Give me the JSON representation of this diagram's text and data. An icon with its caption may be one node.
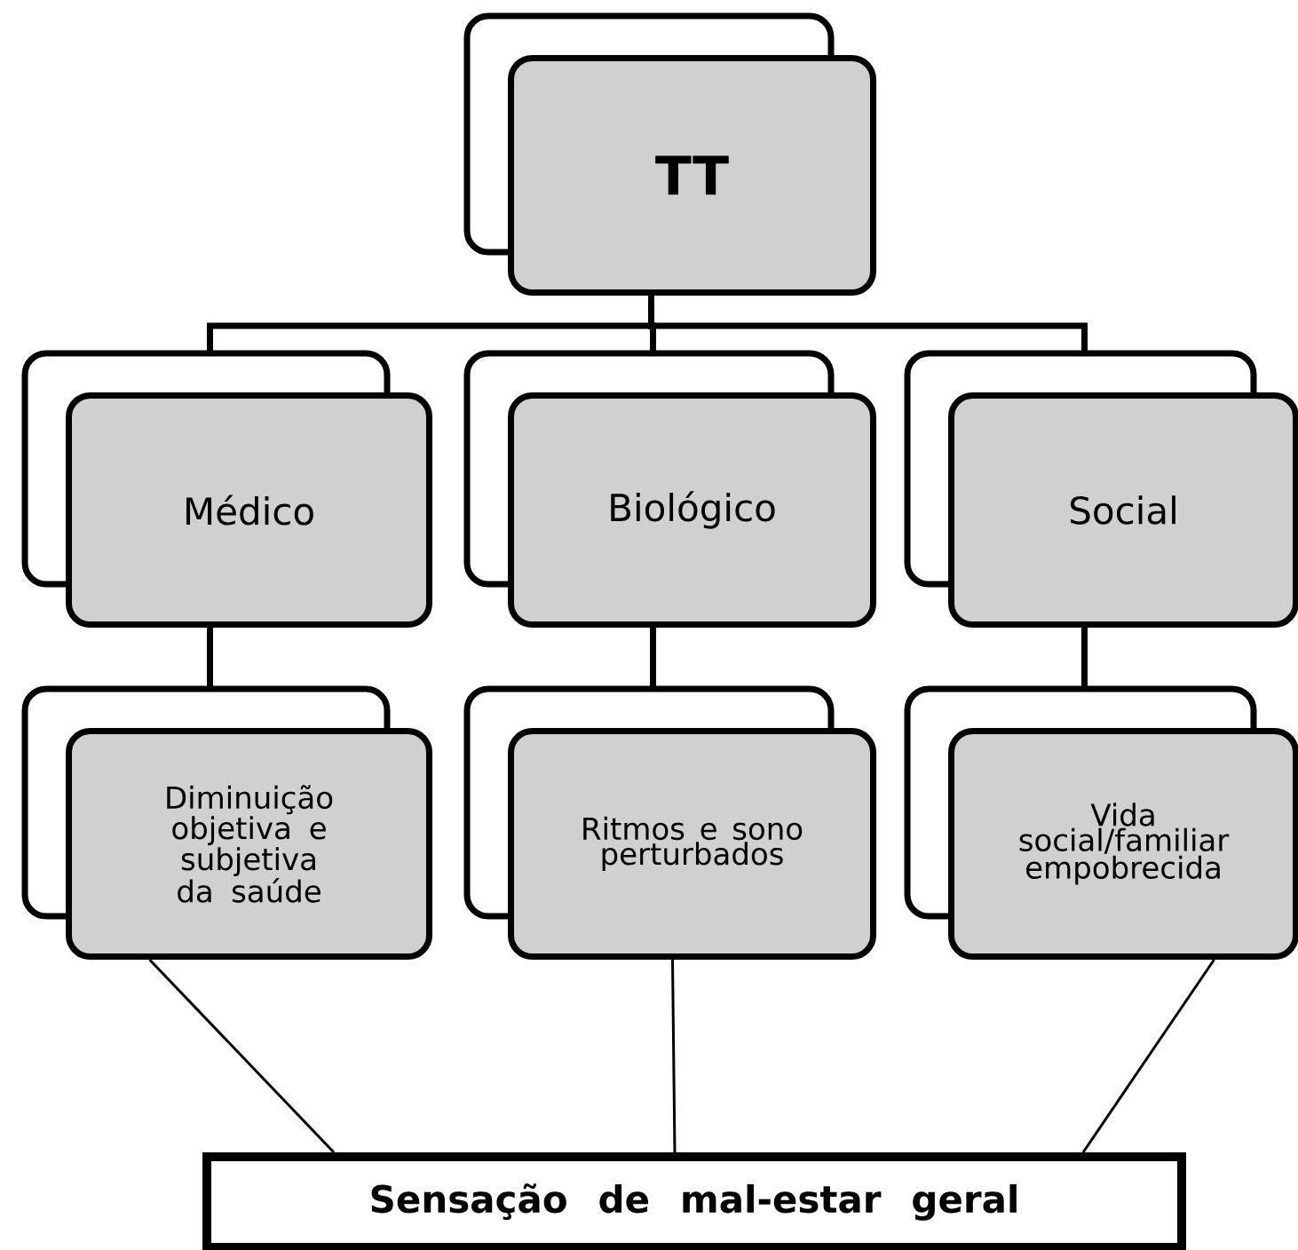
{
  "diagram": {
    "nodes": [
      {
        "text": [
          "TT"
        ]
      },
      {
        "text": [
          "Médico"
        ]
      },
      {
        "text": [
          "Biológico"
        ]
      },
      {
        "text": [
          "Social"
        ]
      },
      {
        "text": [
          "Diminuição objetiva e subjetiva da saúde"
        ]
      },
      {
        "text": [
          "Ritmos e sono perturbados"
        ]
      },
      {
        "text": [
          "Vida social/familiar empobrecida"
        ]
      },
      {
        "text": [
          "Sensação de mal-estar geral"
        ]
      }
    ],
    "edges": [
      {
        "from": 0,
        "to": 1,
        "arrow": "none"
      },
      {
        "from": 0,
        "to": 2,
        "arrow": "none"
      },
      {
        "from": 0,
        "to": 3,
        "arrow": "none"
      },
      {
        "from": 1,
        "to": 4,
        "arrow": "none"
      },
      {
        "from": 2,
        "to": 5,
        "arrow": "none"
      },
      {
        "from": 3,
        "to": 6,
        "arrow": "none"
      },
      {
        "from": 4,
        "to": 7,
        "arrow": "none"
      },
      {
        "from": 5,
        "to": 7,
        "arrow": "none"
      },
      {
        "from": 6,
        "to": 7,
        "arrow": "none"
      }
    ]
  }
}
